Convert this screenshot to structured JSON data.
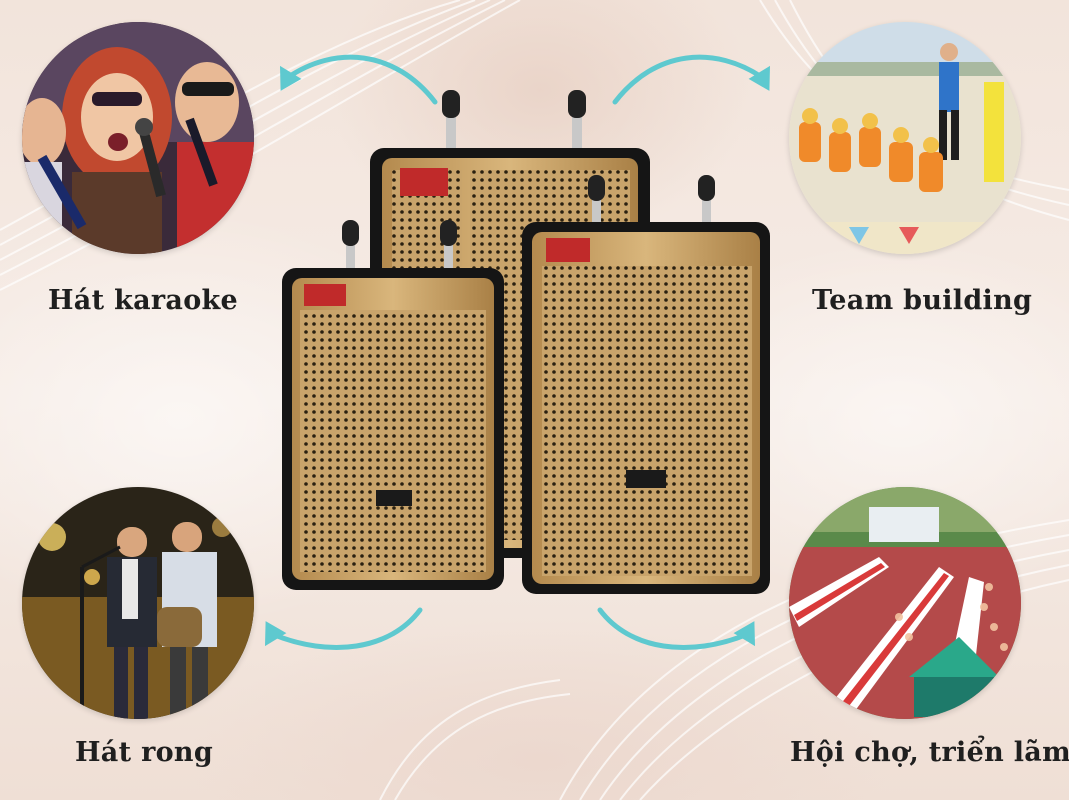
{
  "scenarios": [
    {
      "label": "Hát karaoke"
    },
    {
      "label": "Team building"
    },
    {
      "label": "Hát rong"
    },
    {
      "label": "Hội chợ, triển lãm"
    }
  ],
  "colors": {
    "arrow": "#5ec9cf",
    "speaker_gold": "#c9a46b",
    "speaker_frame": "#1b1b1b",
    "label_text": "#1f1f1f"
  },
  "icons": [
    "karaoke-photo",
    "team-building-photo",
    "street-singing-photo",
    "fair-exhibition-photo",
    "curved-arrow-icon",
    "speaker-product-image"
  ]
}
